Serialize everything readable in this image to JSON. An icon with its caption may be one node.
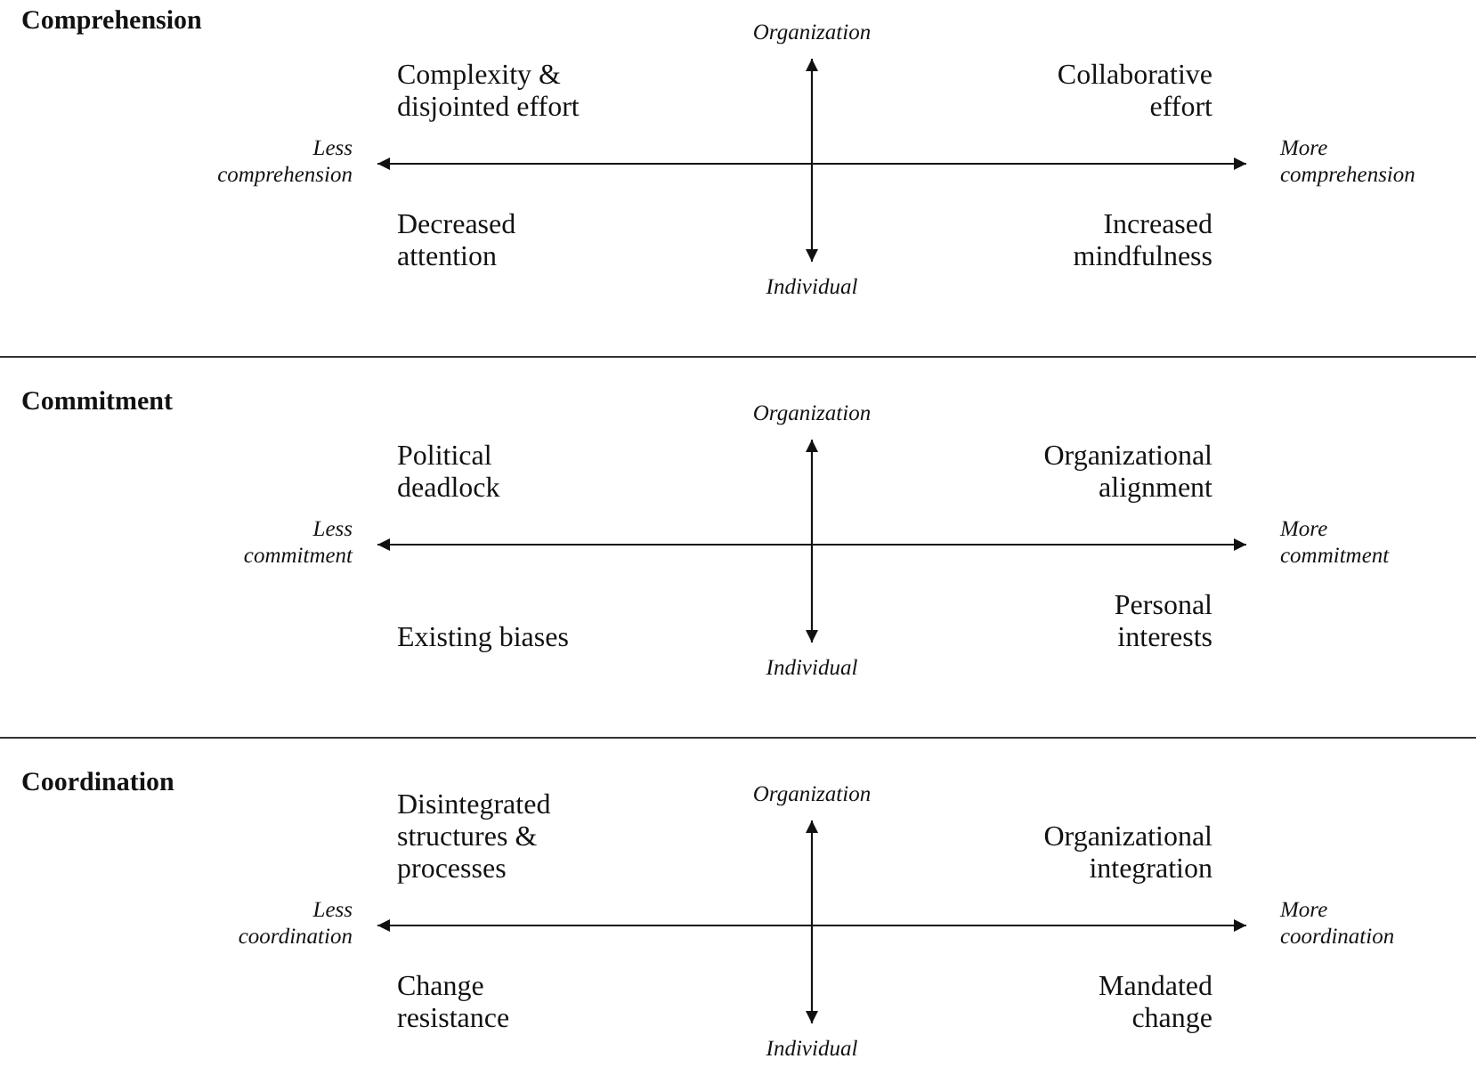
{
  "diagram": {
    "nodes": [
      {
        "text": [
          "Comprehension"
        ]
      },
      {
        "text": [
          "Organization"
        ],
        "in": 0
      },
      {
        "text": [
          "Less comprehension"
        ],
        "in": 0
      },
      {
        "text": [
          "More comprehension"
        ],
        "in": 0
      },
      {
        "text": [
          "Individual"
        ],
        "in": 0
      },
      {
        "text": [
          "Commitment"
        ]
      },
      {
        "text": [
          "Organization"
        ],
        "in": 5
      },
      {
        "text": [
          "Less commitment"
        ],
        "in": 5
      },
      {
        "text": [
          "More commitment"
        ],
        "in": 5
      },
      {
        "text": [
          "Individual"
        ],
        "in": 5
      },
      {
        "text": [
          "Coordination"
        ]
      },
      {
        "text": [
          "Organization"
        ],
        "in": 10
      },
      {
        "text": [
          "Less coordination"
        ],
        "in": 10
      },
      {
        "text": [
          "More coordination"
        ],
        "in": 10
      },
      {
        "text": [
          "Individual"
        ],
        "in": 10
      }
    ],
    "edges": [
      {
        "from": 2,
        "to": 3,
        "arrow": "both"
      },
      {
        "from": 1,
        "to": 4,
        "arrow": "both"
      },
      {
        "from": 7,
        "to": 8,
        "arrow": "both"
      },
      {
        "from": 6,
        "to": 9,
        "arrow": "both"
      },
      {
        "from": 12,
        "to": 13,
        "arrow": "both"
      },
      {
        "from": 11,
        "to": 14,
        "arrow": "both"
      }
    ],
    "labels": [
      "Complexity & disjointed effort",
      "Collaborative effort",
      "Decreased attention",
      "Increased mindfulness",
      "Political deadlock",
      "Organizational alignment",
      "Existing biases",
      "Personal interests",
      "Disintegrated structures & processes",
      "Organizational integration",
      "Change resistance",
      "Mandated change"
    ]
  }
}
